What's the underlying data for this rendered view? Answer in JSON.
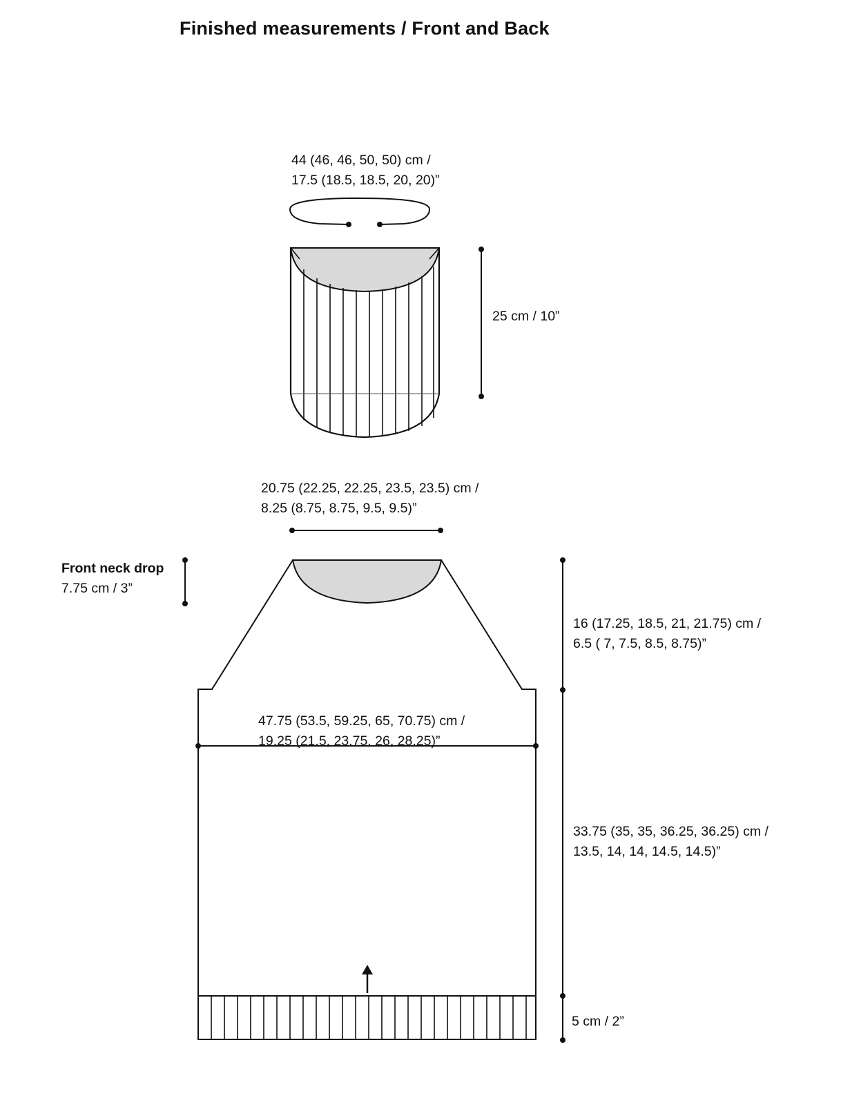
{
  "title": "Finished measurements / Front and Back",
  "collar": {
    "circumference": {
      "line1": "44 (46, 46, 50, 50) cm /",
      "line2": "17.5 (18.5, 18.5, 20, 20)”"
    },
    "height": "25 cm / 10”"
  },
  "body": {
    "neck_width": {
      "line1": "20.75 (22.25, 22.25, 23.5, 23.5) cm /",
      "line2": "8.25 (8.75, 8.75, 9.5, 9.5)”"
    },
    "front_neck_drop": {
      "heading": "Front neck drop",
      "value": "7.75 cm / 3”"
    },
    "yoke_depth": {
      "line1": "16 (17.25, 18.5, 21, 21.75) cm /",
      "line2": "6.5 ( 7, 7.5, 8.5, 8.75)”"
    },
    "chest_width": {
      "line1": "47.75 (53.5, 59.25, 65, 70.75) cm /",
      "line2": "19.25 (21.5, 23.75, 26, 28.25)”"
    },
    "body_length": {
      "line1": "33.75 (35, 35, 36.25, 36.25) cm /",
      "line2": "13.5, 14, 14, 14.5, 14.5)”"
    },
    "rib_height": "5 cm / 2”"
  },
  "colors": {
    "line": "#111111",
    "neck_fill": "#d9d9d9",
    "background": "#ffffff"
  }
}
